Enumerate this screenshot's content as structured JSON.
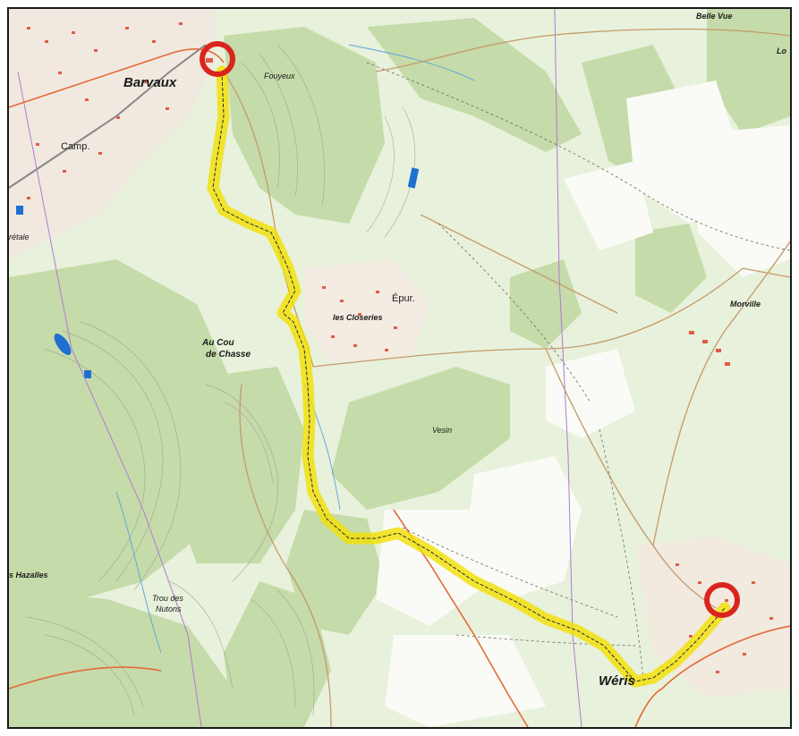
{
  "map": {
    "labels": {
      "barvaux": "Barvaux",
      "fouyeux": "Fouyeux",
      "camp": "Camp.",
      "retale": "rétale",
      "belle_vue": "Belle Vue",
      "lo": "Lo",
      "epur": "Épur.",
      "closeries": "les Closeries",
      "cou_line1": "Au Cou",
      "cou_line2": "de Chasse",
      "vesin": "Vesin",
      "morville": "Morville",
      "hazalles": "s Hazalles",
      "trou_line1": "Trou des",
      "trou_line2": "Nutons",
      "weris": "Wéris"
    },
    "colors": {
      "route_highlight": "#f2e000",
      "marker_ring": "#d9251d",
      "forest": "#c6dcab",
      "meadow": "#e6f0d8",
      "water": "#1f6fd1",
      "road_minor": "#c9a26a",
      "contour": "#9a9a9a",
      "building": "#e8584a"
    },
    "icons": {
      "start_marker": "start-marker-icon",
      "end_marker": "end-marker-icon"
    }
  }
}
